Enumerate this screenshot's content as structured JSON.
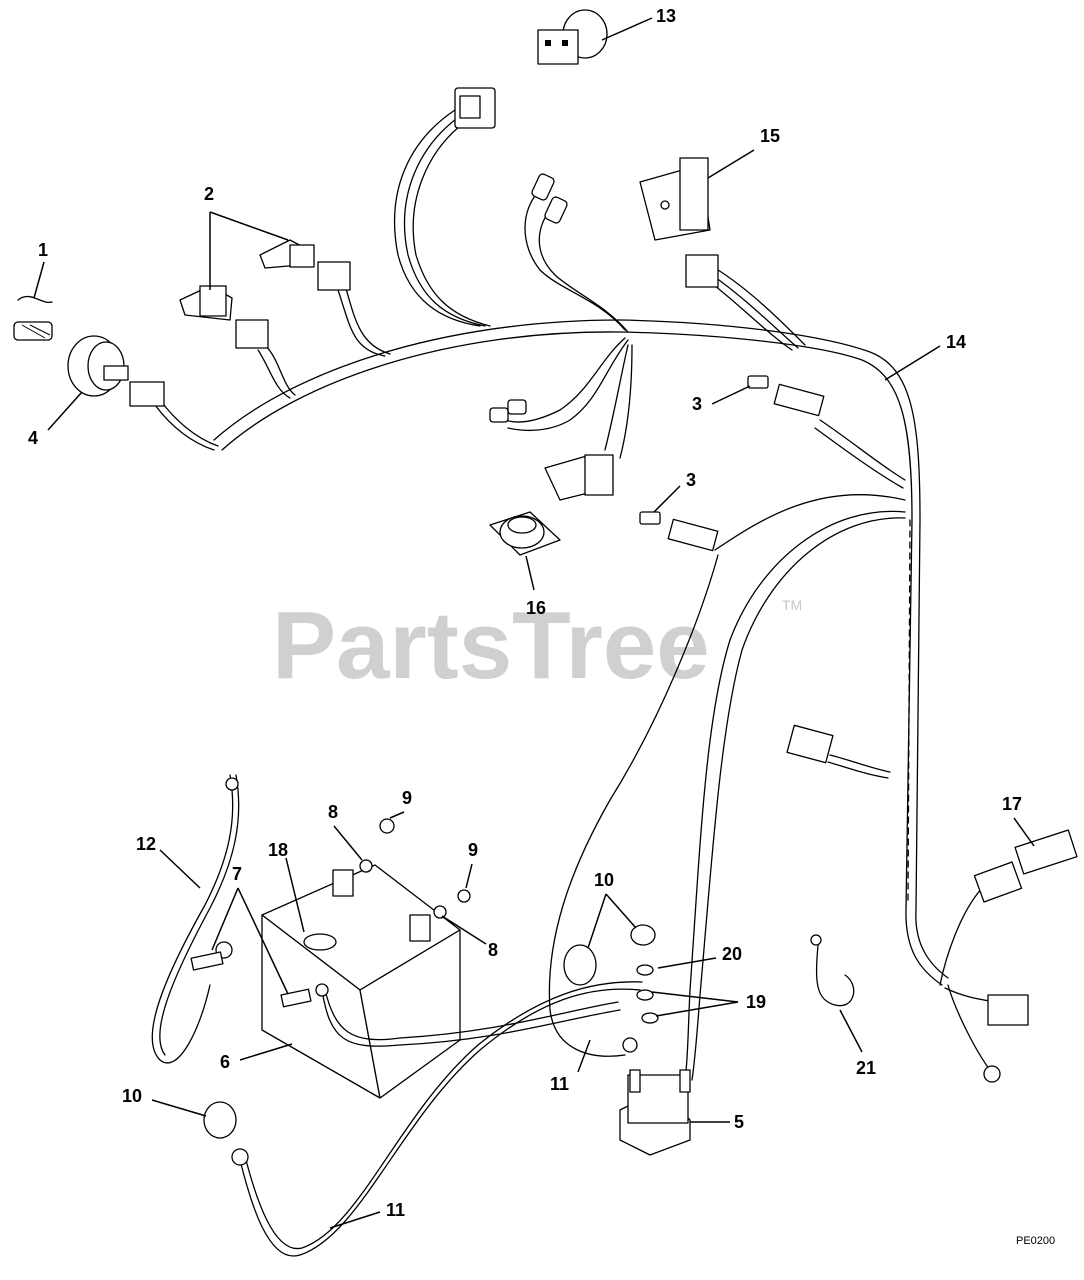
{
  "watermark": {
    "text": "PartsTree",
    "trademark": "TM"
  },
  "drawing_code": "PE0200",
  "callouts": {
    "c1": "1",
    "c2": "2",
    "c3a": "3",
    "c3b": "3",
    "c4": "4",
    "c5": "5",
    "c6": "6",
    "c7": "7",
    "c8a": "8",
    "c8b": "8",
    "c9a": "9",
    "c9b": "9",
    "c10a": "10",
    "c10b": "10",
    "c11a": "11",
    "c11b": "11",
    "c12": "12",
    "c13": "13",
    "c14": "14",
    "c15": "15",
    "c16": "16",
    "c17": "17",
    "c18": "18",
    "c19": "19",
    "c20": "20",
    "c21": "21"
  }
}
